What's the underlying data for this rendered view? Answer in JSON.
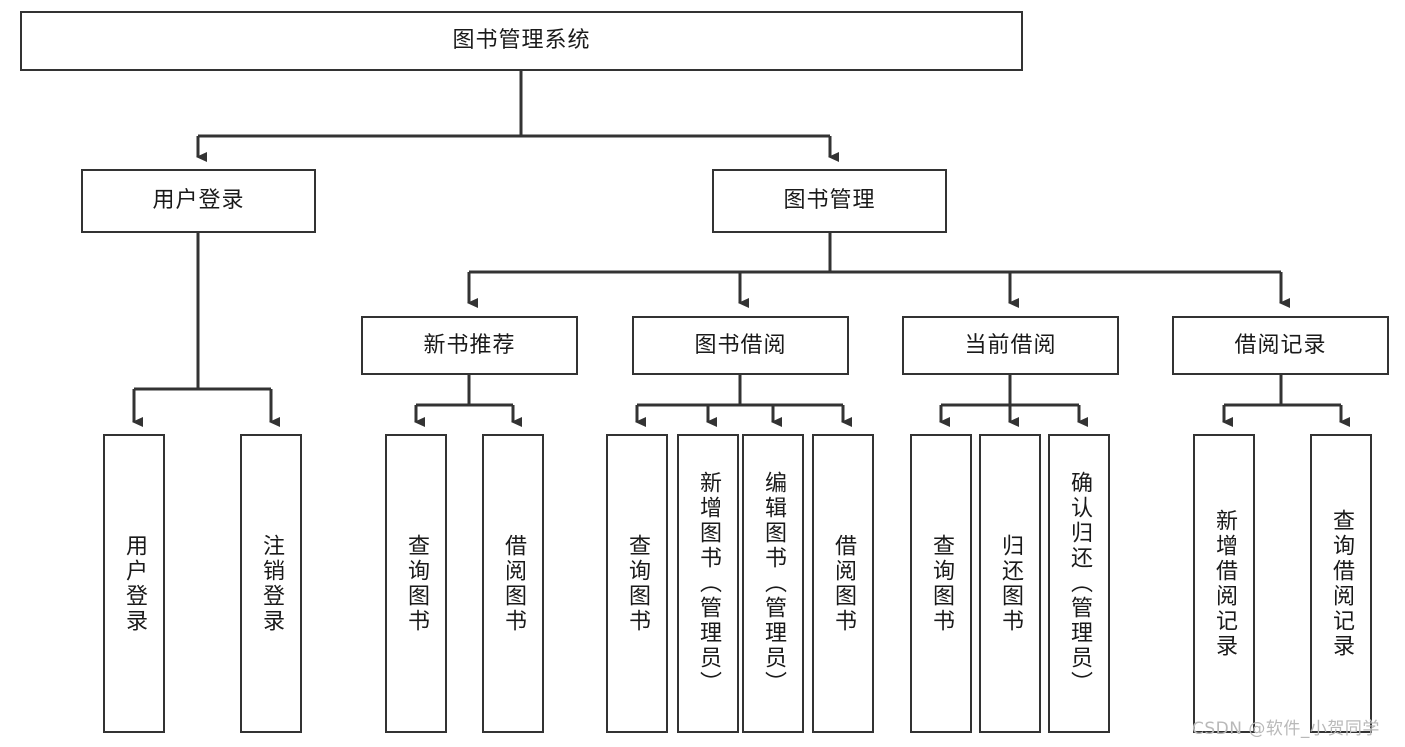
{
  "diagram": {
    "type": "tree-hierarchy",
    "title": "图书管理系统",
    "root": {
      "label": "图书管理系统"
    },
    "level2": [
      {
        "label": "用户登录"
      },
      {
        "label": "图书管理"
      }
    ],
    "level3": [
      {
        "label": "新书推荐"
      },
      {
        "label": "图书借阅"
      },
      {
        "label": "当前借阅"
      },
      {
        "label": "借阅记录"
      }
    ],
    "leaves": {
      "user_login": [
        {
          "label": "用户登录"
        },
        {
          "label": "注销登录"
        }
      ],
      "new_book_recommend": [
        {
          "label": "查询图书"
        },
        {
          "label": "借阅图书"
        }
      ],
      "book_borrow": [
        {
          "label": "查询图书"
        },
        {
          "label": "新增图书（管理员）"
        },
        {
          "label": "编辑图书（管理员）"
        },
        {
          "label": "借阅图书"
        }
      ],
      "current_borrow": [
        {
          "label": "查询图书"
        },
        {
          "label": "归还图书"
        },
        {
          "label": "确认归还（管理员）"
        }
      ],
      "borrow_record": [
        {
          "label": "新增借阅记录"
        },
        {
          "label": "查询借阅记录"
        }
      ]
    }
  },
  "watermark": {
    "text": "CSDN @软件_小贺同学"
  },
  "colors": {
    "box_border": "#333333",
    "box_fill": "#ffffff",
    "line": "#333333",
    "text": "#1a1a1a",
    "watermark": "#b9b9b9",
    "background": "#ffffff"
  }
}
